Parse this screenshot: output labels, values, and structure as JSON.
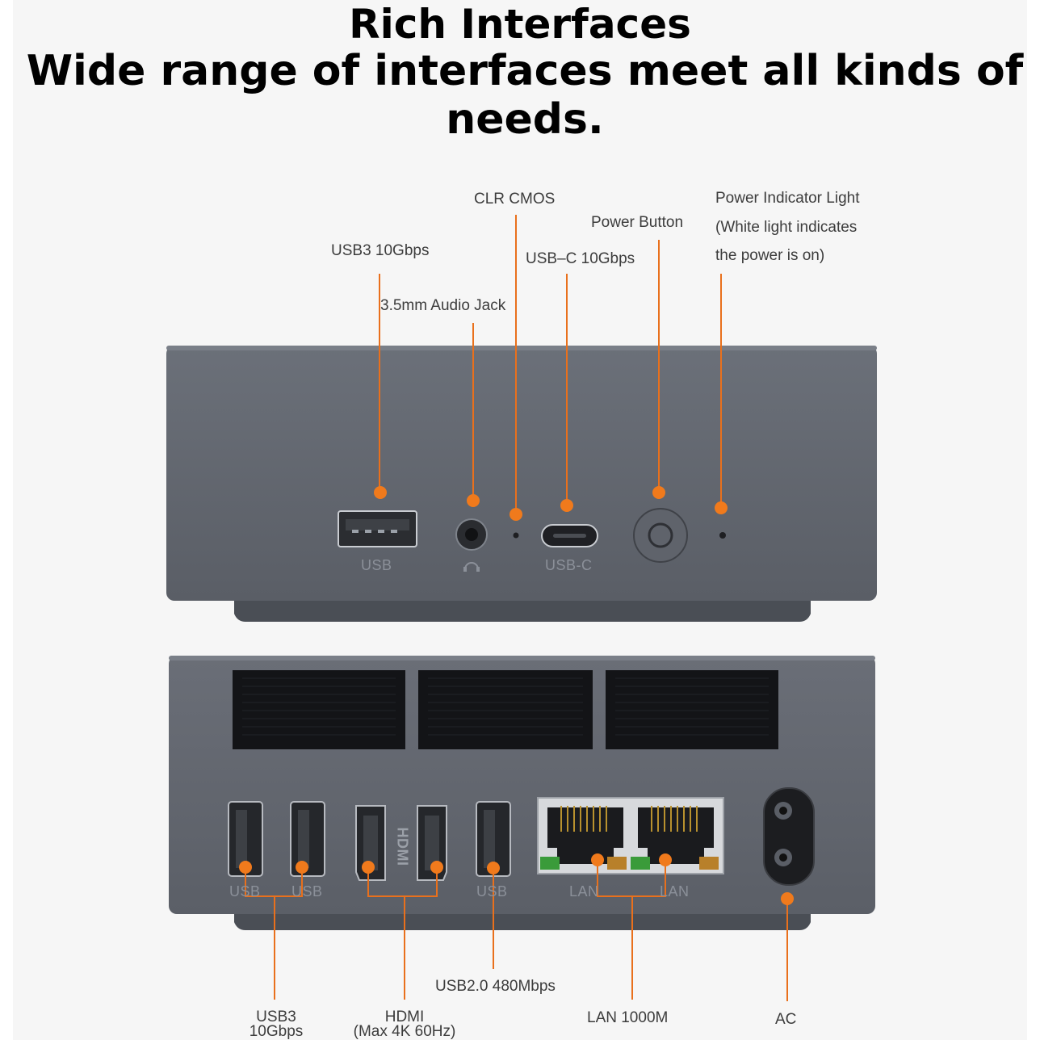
{
  "header": {
    "title": "Rich Interfaces",
    "subtitle": "Wide range of interfaces meet all kinds of needs."
  },
  "front_panel": {
    "callouts": {
      "usb3": "USB3 10Gbps",
      "audio": "3.5mm Audio Jack",
      "clr_cmos": "CLR CMOS",
      "usbc": "USB–C 10Gbps",
      "power_button": "Power Button",
      "power_light_1": "Power Indicator Light",
      "power_light_2": "(White light indicates",
      "power_light_3": "the power is on)"
    },
    "printed": {
      "usb": "USB",
      "usbc": "USB-C"
    }
  },
  "rear_panel": {
    "callouts": {
      "usb3_1": "USB3",
      "usb3_2": "10Gbps",
      "hdmi_1": "HDMI",
      "hdmi_2": "(Max 4K 60Hz)",
      "usb2": "USB2.0 480Mbps",
      "lan": "LAN 1000M",
      "ac": "AC"
    },
    "printed": {
      "usb_a": "USB",
      "usb_b": "USB",
      "usb_c": "USB",
      "lan_a": "LAN",
      "lan_b": "LAN",
      "hdmi": "HDMI"
    }
  },
  "colors": {
    "accent": "#f07a1c",
    "device": "#5c6068",
    "text": "#3c3c3c"
  }
}
